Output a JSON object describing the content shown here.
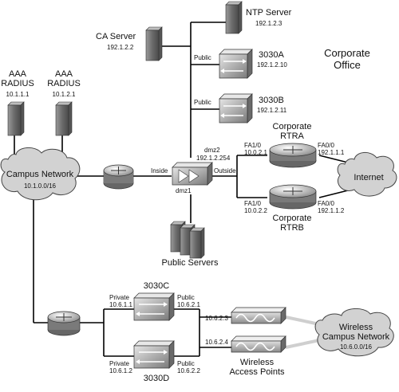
{
  "corporate_office": [
    "Corporate",
    "Office"
  ],
  "internet": "Internet",
  "ntp": {
    "name": "NTP Server",
    "ip": "192.1.2.3"
  },
  "ca": {
    "name": "CA Server",
    "ip": "192.1.2.2"
  },
  "aaa1": {
    "name": [
      "AAA",
      "RADIUS"
    ],
    "ip": "10.1.1.1"
  },
  "aaa2": {
    "name": [
      "AAA",
      "RADIUS"
    ],
    "ip": "10.1.2.1"
  },
  "campus": {
    "name": "Campus Network",
    "net": "10.1.0.0/16"
  },
  "firewall": {
    "dmz2": "dmz2",
    "dmz2_ip": "192.1.2.254",
    "inside": "Inside",
    "outside": "Outside",
    "dmz1": "dmz1"
  },
  "public_servers": "Public Servers",
  "c3030a": {
    "name": "3030A",
    "ip": "192.1.2.10",
    "port": "Public"
  },
  "c3030b": {
    "name": "3030B",
    "ip": "192.1.2.11",
    "port": "Public"
  },
  "rtra": {
    "name": [
      "Corporate",
      "RTRA"
    ],
    "fa10": "FA1/0",
    "fa10_ip": "10.0.2.1",
    "fa00": "FA0/0",
    "fa00_ip": "192.1.1.1"
  },
  "rtrb": {
    "name": [
      "Corporate",
      "RTRB"
    ],
    "fa10": "FA1/0",
    "fa10_ip": "10.0.2.2",
    "fa00": "FA0/0",
    "fa00_ip": "192.1.1.2"
  },
  "c3030c": {
    "name": "3030C",
    "private": "Private",
    "private_ip": "10.6.1.1",
    "public": "Public",
    "public_ip": "10.6.2.1"
  },
  "c3030d": {
    "name": "3030D",
    "private": "Private",
    "private_ip": "10.6.1.2",
    "public": "Public",
    "public_ip": "10.6.2.2"
  },
  "ap": {
    "ip1": "10.6.2.3",
    "ip2": "10.6.2.4",
    "label": [
      "Wireless",
      "Access Points"
    ]
  },
  "wireless": {
    "name": [
      "Wireless",
      "Campus Network"
    ],
    "net": "10.6.0.0/16"
  }
}
